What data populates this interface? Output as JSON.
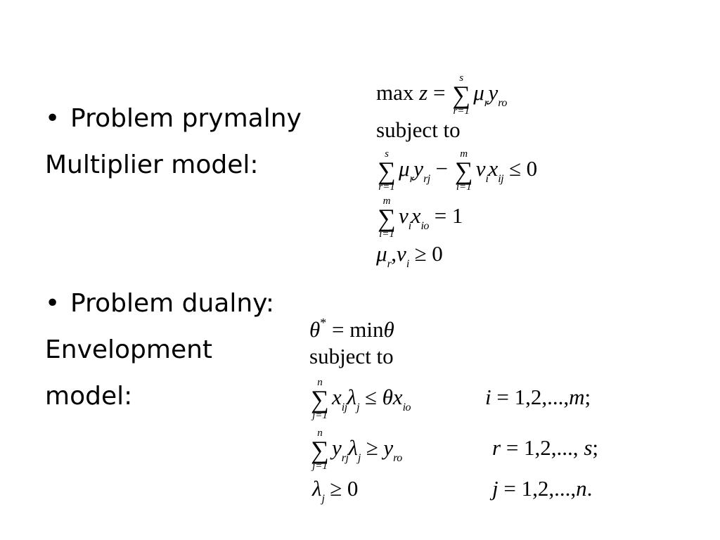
{
  "left": {
    "primal_heading": "Problem prymalny",
    "primal_sub": "Multiplier model:",
    "dual_heading": "Problem dualny:",
    "dual_sub_1": "Envelopment",
    "dual_sub_2": "model:",
    "bullet_char": "•"
  },
  "primal": {
    "max": "max",
    "z": "z",
    "eq": " = ",
    "sum_top_s": "s",
    "sum_bottom_r1": "r=1",
    "sum_top_m": "m",
    "sum_bottom_i1": "i=1",
    "sigma": "∑",
    "mu": "μ",
    "nu": "ν",
    "y": "y",
    "x": "x",
    "sub_r": "r",
    "sub_ro": "ro",
    "sub_rj": "rj",
    "sub_i": "i",
    "sub_ij": "ij",
    "sub_io": "io",
    "subject": "subject  to",
    "minus": " − ",
    "le0": " ≤ 0",
    "eq1": " = 1",
    "comma": ",",
    "ge0": " ≥ 0"
  },
  "dual": {
    "theta": "θ",
    "star": "*",
    "eq": " = ",
    "min": "min",
    "subject": "subject to",
    "sigma": "∑",
    "sum_top_n": "n",
    "sum_bottom_j1": "j=1",
    "x": "x",
    "y": "y",
    "lambda": "λ",
    "sub_ij": "ij",
    "sub_rj": "rj",
    "sub_j": "j",
    "sub_io": "io",
    "sub_ro": "ro",
    "le": " ≤ ",
    "ge": " ≥ ",
    "ge0": " ≥ 0",
    "cond_i_var": "i",
    "cond_i_rest": " = 1,2,...,",
    "cond_i_end": "m",
    "cond_i_semi": ";",
    "cond_r_var": "r",
    "cond_r_rest": " = 1,2,..., ",
    "cond_r_end": "s",
    "cond_r_semi": ";",
    "cond_j_var": "j",
    "cond_j_rest": " = 1,2,...,",
    "cond_j_end": "n",
    "cond_j_dot": "."
  }
}
